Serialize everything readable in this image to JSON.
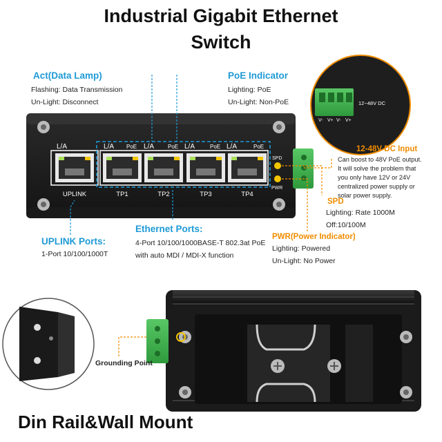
{
  "title": {
    "line1": "Industrial Gigabit Ethernet",
    "line2": "Switch"
  },
  "act": {
    "head": "Act(Data Lamp)",
    "line1": "Flashing: Data Transmission",
    "line2": "Un-Light: Disconnect"
  },
  "poe": {
    "head": "PoE Indicator",
    "line1": "Lighting: PoE",
    "line2": "Un-Light: Non-PoE"
  },
  "dc_input": {
    "head": "12-48V DC Input",
    "lines": [
      "Can boost to 48V PoE output.",
      " It will solve the problem that",
      "you only have 12V or 24V",
      "centralized power supply or",
      "solar power supply."
    ],
    "block_label": "12~48V DC",
    "pins": [
      "V-",
      "V+",
      "V-",
      "V+"
    ]
  },
  "spd": {
    "head": "SPD",
    "line1": "Lighting: Rate 1000M",
    "line2": "Off:10/100M"
  },
  "pwr": {
    "head": "PWR(Power Indicator)",
    "line1": "Lighting: Powered",
    "line2": "Un-Light: No Power"
  },
  "uplink": {
    "head": "UPLINK Ports:",
    "line1": "1-Port 10/100/1000T"
  },
  "ethernet": {
    "head": "Ethernet Ports:",
    "line1": "4-Port 10/100/1000BASE-T 802.3at PoE",
    "line2": "with auto MDI / MDI-X function"
  },
  "panel": {
    "led_la": "L/A",
    "led_poe": "PoE",
    "spd": "SPD",
    "pwr": "PWR",
    "ports": [
      "UPLINK",
      "TP1",
      "TP2",
      "TP3",
      "TP4"
    ]
  },
  "grounding": "Grounding Point",
  "mount_title": "Din Rail&Wall Mount",
  "colors": {
    "accent_blue": "#1e9ad6",
    "accent_orange": "#f08c00",
    "terminal_green": "#3fb34f",
    "led_yellow": "#f2c500"
  }
}
